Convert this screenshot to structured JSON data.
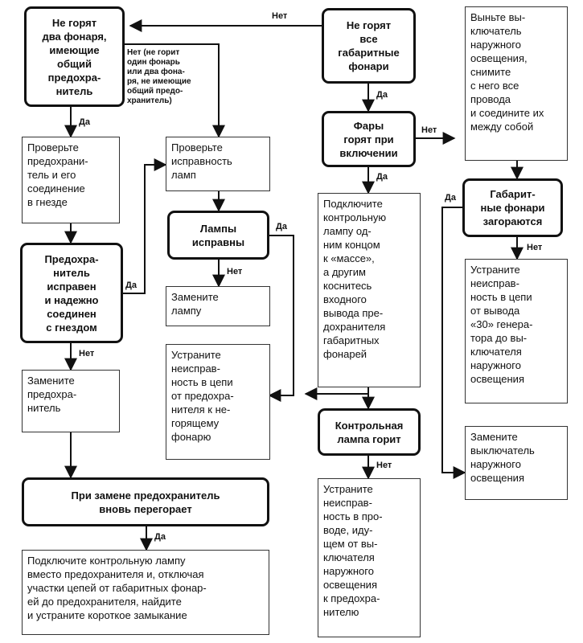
{
  "nodes": {
    "two_lamps_off": "Не горят\nдва фонаря,\nимеющие\nобщий\nпредохра-\nнитель",
    "all_off": "Не горят\nвсе\nгабаритные\nфонари",
    "remove_switch": "Выньте вы-\nключатель\nнаружного\nосвещения,\nснимите\nс него все\nпровода\nи соедините их\nмежду собой",
    "check_fuse": "Проверьте\nпредохрани-\nтель и его\nсоединение\nв гнезде",
    "check_lamps": "Проверьте\nисправность\nламп",
    "headlights_on": "Фары\nгорят при\nвключении",
    "parking_lights_on": "Габарит-\nные фонари\nзагораются",
    "connect_test_lamp": "Подключите\nконтрольную\nлампу од-\nним концом\nк «массе»,\nа другим\nкоснитесь\nвходного\nвывода пре-\nдохранителя\nгабаритных\nфонарей",
    "lamps_ok": "Лампы\nисправны",
    "fuse_ok": "Предохра-\nнитель\nисправен\nи надежно\nсоединен\nс гнездом",
    "replace_lamp": "Замените\nлампу",
    "fix_fault_to_lamp": "Устраните\nнеисправ-\nность в цепи\nот предохра-\nнителя к не-\nгорящему\nфонарю",
    "fix_fault_generator": "Устраните\nнеисправ-\nность в цепи\nот вывода\n«30» генера-\nтора до вы-\nключателя\nнаружного\nосвещения",
    "replace_fuse": "Замените\nпредохра-\nнитель",
    "test_lamp_on": "Контрольная\nлампа горит",
    "replace_switch": "Замените\nвыключатель\nнаружного\nосвещения",
    "fix_fault_wire": "Устраните\nнеисправ-\nность в про-\nводе, иду-\nщем от вы-\nключателя\nнаружного\nосвещения\nк предохра-\nнителю",
    "fuse_blows_again": "При замене предохранитель\nвновь перегорает",
    "short_circuit": "Подключите контрольную лампу\nвместо предохранителя и, отключая\nучастки цепей от габаритных фонар-\nей до предохранителя, найдите\nи устраните короткое замыкание"
  },
  "labels": {
    "yes": "Да",
    "no": "Нет",
    "no_one_lamp_note": "Нет (не горит\nодин фонарь\nили два фона-\nря, не имеющие\nобщий предо-\nхранитель)"
  }
}
